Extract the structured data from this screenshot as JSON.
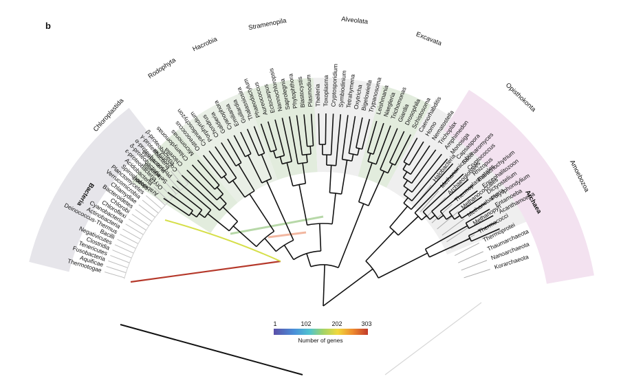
{
  "panel_label": "b",
  "groups": [
    {
      "name": "Chloroplastida",
      "start": 0,
      "end": 7,
      "fill": "#e2ecdd"
    },
    {
      "name": "Rodophyta",
      "start": 8,
      "end": 12,
      "fill": "#e9efe6"
    },
    {
      "name": "Hacrobia",
      "start": 13,
      "end": 16,
      "fill": "#e9efe6"
    },
    {
      "name": "Stramenopila",
      "start": 17,
      "end": 24,
      "fill": "#e2ecdd"
    },
    {
      "name": "Alveolata",
      "start": 25,
      "end": 32,
      "fill": "#efefef"
    },
    {
      "name": "Excavata",
      "start": 33,
      "end": 38,
      "fill": "#e2ecdd"
    },
    {
      "name": "Opisthokonta",
      "start": 39,
      "end": 52,
      "fill": "#efefef"
    },
    {
      "name": "Amoebozoa",
      "start": 53,
      "end": 56,
      "fill": "#efefef"
    }
  ],
  "eukaryotes": [
    "Arabidopsis",
    "Oryza",
    "Selaginella",
    "Physcomitrella",
    "Coccomyxa",
    "Chlorella",
    "Chlamydomonas",
    "Micromonas",
    "Ostreococcus",
    "Cyanidioschyzon",
    "Porphyridium",
    "Chondrus",
    "Galdieria",
    "Cyanophora",
    "Emiliania",
    "Guillardia",
    "Thalassiosira",
    "Phaeodactylum",
    "Aureococcus",
    "Ectocarpus",
    "Nannochloropsis",
    "Saprolegnia",
    "Phytophthora",
    "Blastocystis",
    "Plasmodium",
    "Theileria",
    "Toxoplasma",
    "Cryptosporidium",
    "Symbiodinium",
    "Tetrahymena",
    "Oxytricha",
    "Bigelowiella",
    "Trypanosoma",
    "Leishmania",
    "Naegleria",
    "Trichomonas",
    "Giardia",
    "Drosophila",
    "Schistosoma",
    "Caenorhabditis",
    "Homo",
    "Nematostella",
    "Trichoplax",
    "Amphimedon",
    "Monosiga",
    "Capsaspora",
    "Saccharomyces",
    "Cryptococcus",
    "Rhizopus",
    "Batrachochytrium",
    "Encephalitozoon",
    "Dictyostelium",
    "Polysphondylium",
    "Entamoeba",
    "Acanthamoeba"
  ],
  "bacteria_label": "Bacteria",
  "bacteria": [
    "β-proteobacteria",
    "γ-proteobacteria",
    "α-proteobacteria",
    "δ-proteobacteria",
    "ε-proteobacteria",
    "Acidobacteria",
    "Spirochaetes",
    "Planctomycetes",
    "Verrucomicrobia",
    "Chlamydiae",
    "Bacteroidetes",
    "Chlorobi",
    "Chloroflexi",
    "Cyanobacteria",
    "Actinobacteria",
    "Deinococcus-Thermus",
    "Bacilli",
    "Negativicutes",
    "Clostridia",
    "Tenericutes",
    "Fusobacteria",
    "Aquificae",
    "Thermotogae"
  ],
  "archaea_label": "Archaea",
  "archaea": [
    "Halobacteria",
    "Methanomicrobia",
    "Archaeoglobales",
    "Thermoplasmatales",
    "Methanococcales",
    "Methanobacteria",
    "Methanopyri",
    "Thermococci",
    "Thermoprotei",
    "Thaumarchaeota",
    "Nanoarchaeota",
    "Korarchaeota"
  ],
  "legend": {
    "title": "Number of genes",
    "ticks": [
      "1",
      "102",
      "202",
      "303"
    ]
  },
  "colors": {
    "tree": "#111111",
    "bacteria_bg": "#e6e5ea",
    "archaea_bg": "#f3e2f0",
    "low": "#5b4fa8",
    "high": "#c23a2a"
  }
}
